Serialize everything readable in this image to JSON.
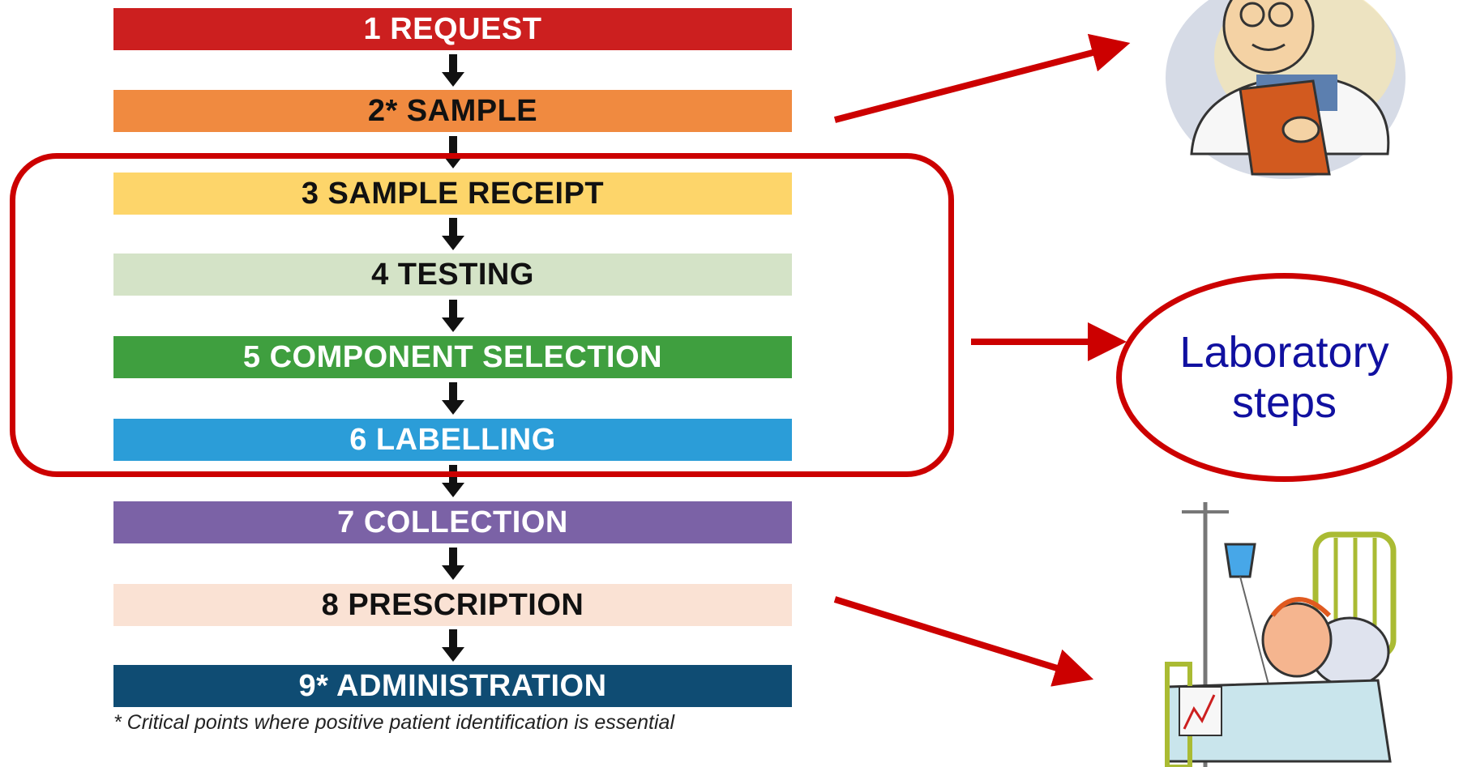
{
  "diagram": {
    "steps": [
      {
        "label": "1 REQUEST",
        "bg": "#cc1f1f",
        "fg": "#ffffff"
      },
      {
        "label": "2* SAMPLE",
        "bg": "#f08a40",
        "fg": "#111111"
      },
      {
        "label": "3 SAMPLE RECEIPT",
        "bg": "#fdd56a",
        "fg": "#111111"
      },
      {
        "label": "4 TESTING",
        "bg": "#d4e3c7",
        "fg": "#111111"
      },
      {
        "label": "5 COMPONENT SELECTION",
        "bg": "#3f9f3f",
        "fg": "#ffffff"
      },
      {
        "label": "6 LABELLING",
        "bg": "#2b9dd8",
        "fg": "#ffffff"
      },
      {
        "label": "7 COLLECTION",
        "bg": "#7b62a6",
        "fg": "#ffffff"
      },
      {
        "label": "8 PRESCRIPTION",
        "bg": "#fae2d4",
        "fg": "#111111"
      },
      {
        "label": "9* ADMINISTRATION",
        "bg": "#0f4c73",
        "fg": "#ffffff"
      }
    ],
    "footnote": "* Critical points where positive patient identification is essential",
    "highlight_label": "Laboratory steps",
    "accent_color": "#cc0000",
    "highlight_text_color": "#1010a0"
  }
}
